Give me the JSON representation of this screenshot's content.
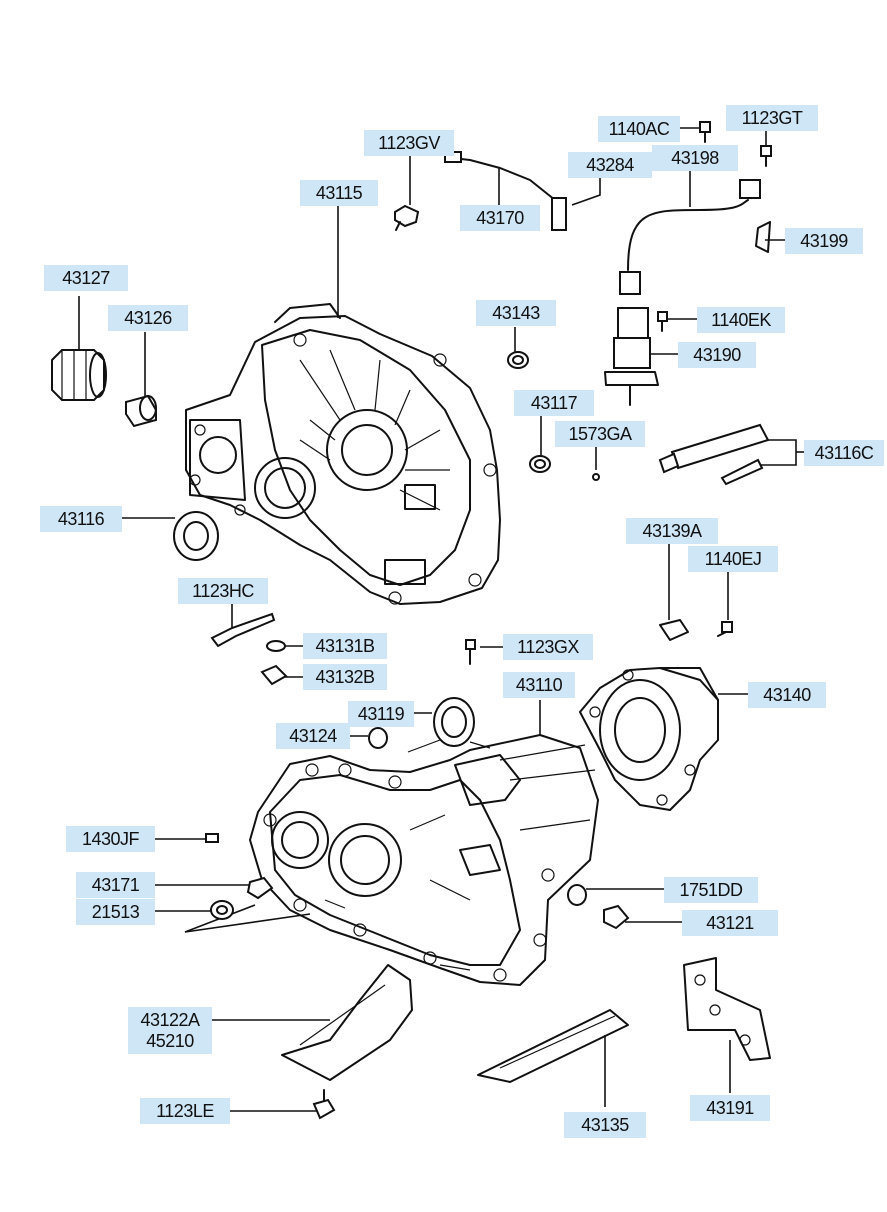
{
  "labels": {
    "p1123GV": "1123GV",
    "p1140AC": "1140AC",
    "p1123GT": "1123GT",
    "p43284": "43284",
    "p43198": "43198",
    "p43115": "43115",
    "p43170": "43170",
    "p43199": "43199",
    "p43127": "43127",
    "p43126": "43126",
    "p43143": "43143",
    "p1140EK": "1140EK",
    "p43190": "43190",
    "p43117": "43117",
    "p1573GA": "1573GA",
    "p43116C": "43116C",
    "p43116": "43116",
    "p43139A": "43139A",
    "p1140EJ": "1140EJ",
    "p1123HC": "1123HC",
    "p43131B": "43131B",
    "p1123GX": "1123GX",
    "p43132B": "43132B",
    "p43110": "43110",
    "p43140": "43140",
    "p43119": "43119",
    "p43124": "43124",
    "p1430JF": "1430JF",
    "p43171": "43171",
    "p1751DD": "1751DD",
    "p21513": "21513",
    "p43121": "43121",
    "p43122A": "43122A",
    "p45210": "45210",
    "p1123LE": "1123LE",
    "p43135": "43135",
    "p43191": "43191"
  }
}
